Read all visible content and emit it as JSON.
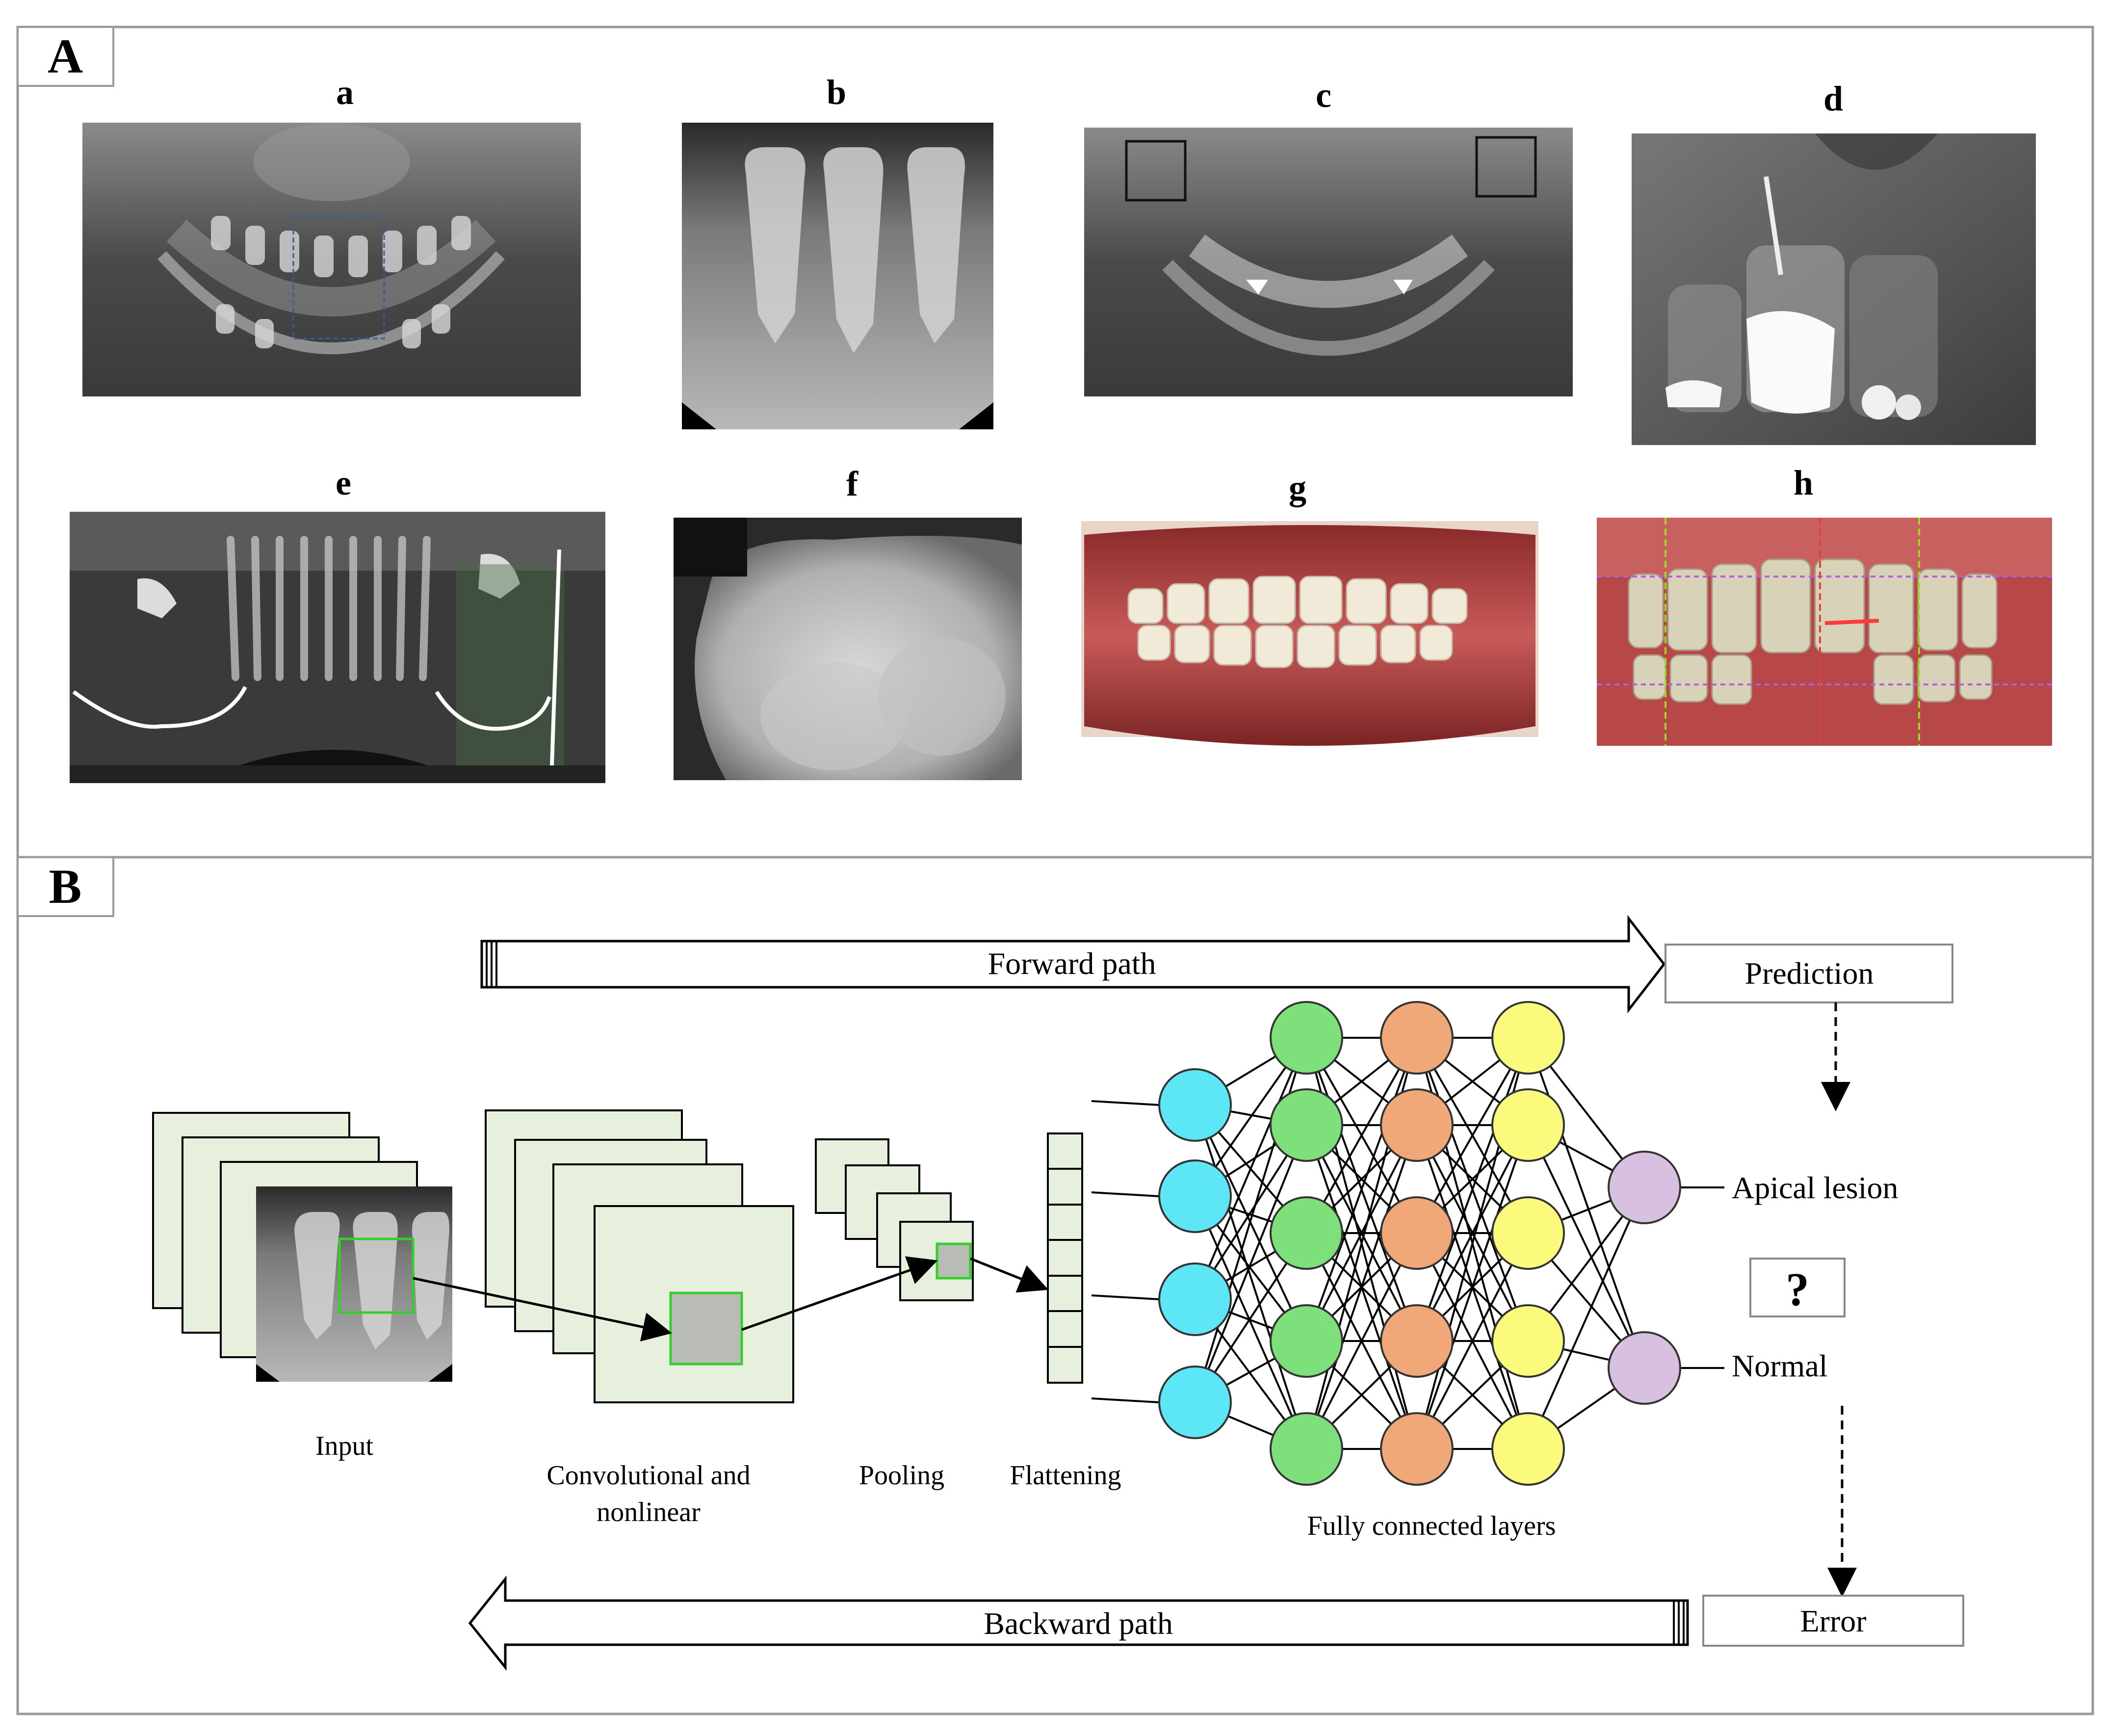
{
  "panel_a": {
    "label": "A",
    "images": [
      {
        "letter": "a",
        "kind": "panoramic-radiograph"
      },
      {
        "letter": "b",
        "kind": "periapical-radiograph"
      },
      {
        "letter": "c",
        "kind": "panoramic-radiograph"
      },
      {
        "letter": "d",
        "kind": "periapical-radiograph"
      },
      {
        "letter": "e",
        "kind": "cbct-panoramic-reconstruction"
      },
      {
        "letter": "f",
        "kind": "intraoral-transillumination"
      },
      {
        "letter": "g",
        "kind": "intraoral-photograph"
      },
      {
        "letter": "h",
        "kind": "intraoral-photograph-annotated"
      }
    ]
  },
  "panel_b": {
    "label": "B",
    "forward_path": "Forward path",
    "backward_path": "Backward path",
    "prediction": "Prediction",
    "error": "Error",
    "stages": {
      "input": "Input",
      "conv_line1": "Convolutional and",
      "conv_line2": "nonlinear",
      "pooling": "Pooling",
      "flattening": "Flattening",
      "fully_connected": "Fully connected layers"
    },
    "outputs": {
      "apical": "Apical lesion",
      "normal": "Normal",
      "question": "?"
    },
    "colors": {
      "input_layer": "#5de6f5",
      "hidden_1": "#7ee07a",
      "hidden_2": "#f0a878",
      "hidden_3": "#fafa7c",
      "output_layer": "#d8c0e0",
      "feature_map": "#e6f0dc",
      "highlight": "#34d02a"
    }
  }
}
